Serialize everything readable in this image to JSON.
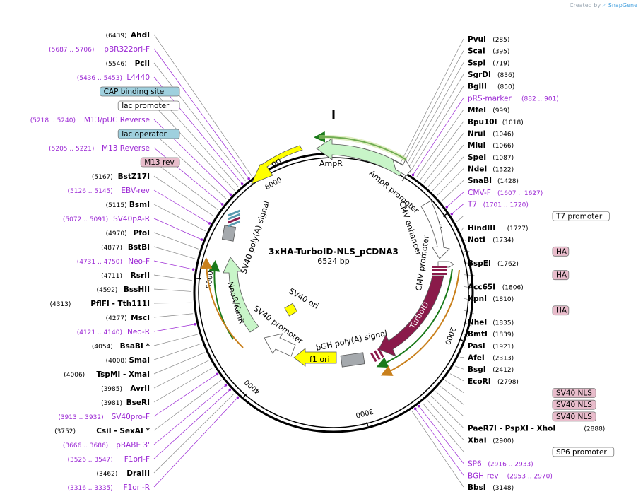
{
  "credit": {
    "prefix": "Created by",
    "brand": "SnapGene"
  },
  "plasmid": {
    "name": "3xHA-TurboID-NLS_pCDNA3",
    "size": "6524 bp"
  },
  "ruler": [
    {
      "bp": 1000,
      "label": "1000"
    },
    {
      "bp": 2000,
      "label": "2000"
    },
    {
      "bp": 3000,
      "label": "3000"
    },
    {
      "bp": 4000,
      "label": "4000"
    },
    {
      "bp": 5000,
      "label": "5000"
    },
    {
      "bp": 6000,
      "label": "6000"
    }
  ],
  "colors": {
    "enzyme": "#000000",
    "primer": "#9b27d4",
    "boxed_feature": "#5a9bb0",
    "tag": "#d9a8b8",
    "ampr": "#c8f5c8",
    "ori": "#ffff00",
    "turboid": "#8a1a4a",
    "backbone": "#000000"
  },
  "features": [
    {
      "name": "AmpR",
      "type": "ampr"
    },
    {
      "name": "AmpR promoter",
      "type": "promoter"
    },
    {
      "name": "ori",
      "type": "ori"
    },
    {
      "name": "CMV enhancer",
      "type": "promoter"
    },
    {
      "name": "CMV promoter",
      "type": "promoter"
    },
    {
      "name": "TurboID",
      "type": "turboid"
    },
    {
      "name": "bGH poly(A) signal",
      "type": "terminator"
    },
    {
      "name": "f1 ori",
      "type": "ori"
    },
    {
      "name": "SV40 promoter",
      "type": "promoter"
    },
    {
      "name": "SV40 ori",
      "type": "ori"
    },
    {
      "name": "NeoR/KanR",
      "type": "ampr"
    },
    {
      "name": "SV40 poly(A) signal",
      "type": "terminator"
    }
  ],
  "left_labels": [
    {
      "kind": "enzyme",
      "pos": "(6439)",
      "name": "AhdI"
    },
    {
      "kind": "primer",
      "pos": "(5687 .. 5706)",
      "name": "pBR322ori-F"
    },
    {
      "kind": "enzyme",
      "pos": "(5546)",
      "name": "PciI"
    },
    {
      "kind": "primer",
      "pos": "(5436 .. 5453)",
      "name": "L4440"
    },
    {
      "kind": "box-blue",
      "pos": "",
      "name": "CAP binding site"
    },
    {
      "kind": "box-white",
      "pos": "",
      "name": "lac promoter"
    },
    {
      "kind": "primer",
      "pos": "(5218 .. 5240)",
      "name": "M13/pUC Reverse"
    },
    {
      "kind": "box-blue",
      "pos": "",
      "name": "lac operator"
    },
    {
      "kind": "primer",
      "pos": "(5205 .. 5221)",
      "name": "M13 Reverse"
    },
    {
      "kind": "box-pink",
      "pos": "",
      "name": "M13 rev"
    },
    {
      "kind": "enzyme",
      "pos": "(5167)",
      "name": "BstZ17I"
    },
    {
      "kind": "primer",
      "pos": "(5126 .. 5145)",
      "name": "EBV-rev"
    },
    {
      "kind": "enzyme",
      "pos": "(5115)",
      "name": "BsmI"
    },
    {
      "kind": "primer",
      "pos": "(5072 .. 5091)",
      "name": "SV40pA-R"
    },
    {
      "kind": "enzyme",
      "pos": "(4970)",
      "name": "PfoI"
    },
    {
      "kind": "enzyme",
      "pos": "(4877)",
      "name": "BstBI"
    },
    {
      "kind": "primer",
      "pos": "(4731 .. 4750)",
      "name": "Neo-F"
    },
    {
      "kind": "enzyme",
      "pos": "(4711)",
      "name": "RsrII"
    },
    {
      "kind": "enzyme",
      "pos": "(4592)",
      "name": "BssHII"
    },
    {
      "kind": "enzyme",
      "pos": "(4313)",
      "name": "PflFI  - Tth111I"
    },
    {
      "kind": "enzyme",
      "pos": "(4277)",
      "name": "MscI"
    },
    {
      "kind": "primer",
      "pos": "(4121 .. 4140)",
      "name": "Neo-R"
    },
    {
      "kind": "enzyme",
      "pos": "(4054)",
      "name": "BsaBI *"
    },
    {
      "kind": "enzyme",
      "pos": "(4008)",
      "name": "SmaI"
    },
    {
      "kind": "enzyme",
      "pos": "(4006)",
      "name": "TspMI  - XmaI"
    },
    {
      "kind": "enzyme",
      "pos": "(3985)",
      "name": "AvrII"
    },
    {
      "kind": "enzyme",
      "pos": "(3981)",
      "name": "BseRI"
    },
    {
      "kind": "primer",
      "pos": "(3913 .. 3932)",
      "name": "SV40pro-F"
    },
    {
      "kind": "enzyme",
      "pos": "(3752)",
      "name": "CsiI  - SexAI *"
    },
    {
      "kind": "primer",
      "pos": "(3666 .. 3686)",
      "name": "pBABE 3'"
    },
    {
      "kind": "primer",
      "pos": "(3526 .. 3547)",
      "name": "F1ori-F"
    },
    {
      "kind": "enzyme",
      "pos": "(3462)",
      "name": "DraIII"
    },
    {
      "kind": "primer",
      "pos": "(3316 .. 3335)",
      "name": "F1ori-R"
    }
  ],
  "right_labels": [
    {
      "kind": "enzyme",
      "name": "PvuI",
      "pos": "(285)"
    },
    {
      "kind": "enzyme",
      "name": "ScaI",
      "pos": "(395)"
    },
    {
      "kind": "enzyme",
      "name": "SspI",
      "pos": "(719)"
    },
    {
      "kind": "enzyme",
      "name": "SgrDI",
      "pos": "(836)"
    },
    {
      "kind": "enzyme",
      "name": "BglII",
      "pos": "(850)"
    },
    {
      "kind": "primer",
      "name": "pRS-marker",
      "pos": "(882 .. 901)"
    },
    {
      "kind": "enzyme",
      "name": "MfeI",
      "pos": "(999)"
    },
    {
      "kind": "enzyme",
      "name": "Bpu10I",
      "pos": "(1018)"
    },
    {
      "kind": "enzyme",
      "name": "NruI",
      "pos": "(1046)"
    },
    {
      "kind": "enzyme",
      "name": "MluI",
      "pos": "(1066)"
    },
    {
      "kind": "enzyme",
      "name": "SpeI",
      "pos": "(1087)"
    },
    {
      "kind": "enzyme",
      "name": "NdeI",
      "pos": "(1322)"
    },
    {
      "kind": "enzyme",
      "name": "SnaBI",
      "pos": "(1428)"
    },
    {
      "kind": "primer",
      "name": "CMV-F",
      "pos": "(1607 .. 1627)"
    },
    {
      "kind": "primer",
      "name": "T7",
      "pos": "(1701 .. 1720)"
    },
    {
      "kind": "box-white",
      "name": "T7 promoter",
      "pos": ""
    },
    {
      "kind": "enzyme",
      "name": "HindIII",
      "pos": "(1727)"
    },
    {
      "kind": "enzyme",
      "name": "NotI",
      "pos": "(1734)"
    },
    {
      "kind": "box-pink",
      "name": "HA",
      "pos": ""
    },
    {
      "kind": "enzyme",
      "name": "BspEI",
      "pos": "(1762)"
    },
    {
      "kind": "box-pink",
      "name": "HA",
      "pos": ""
    },
    {
      "kind": "enzyme",
      "name": "Acc65I",
      "pos": "(1806)"
    },
    {
      "kind": "enzyme",
      "name": "KpnI",
      "pos": "(1810)"
    },
    {
      "kind": "box-pink",
      "name": "HA",
      "pos": ""
    },
    {
      "kind": "enzyme",
      "name": "NheI",
      "pos": "(1835)"
    },
    {
      "kind": "enzyme",
      "name": "BmtI",
      "pos": "(1839)"
    },
    {
      "kind": "enzyme",
      "name": "PasI",
      "pos": "(1921)"
    },
    {
      "kind": "enzyme",
      "name": "AfeI",
      "pos": "(2313)"
    },
    {
      "kind": "enzyme",
      "name": "BsgI",
      "pos": "(2412)"
    },
    {
      "kind": "enzyme",
      "name": "EcoRI",
      "pos": "(2798)"
    },
    {
      "kind": "box-pink",
      "name": "SV40 NLS",
      "pos": ""
    },
    {
      "kind": "box-pink",
      "name": "SV40 NLS",
      "pos": ""
    },
    {
      "kind": "box-pink",
      "name": "SV40 NLS",
      "pos": ""
    },
    {
      "kind": "enzyme",
      "name": "PaeR7I  - PspXI  - XhoI",
      "pos": "(2888)"
    },
    {
      "kind": "enzyme",
      "name": "XbaI",
      "pos": "(2900)"
    },
    {
      "kind": "box-white",
      "name": "SP6 promoter",
      "pos": ""
    },
    {
      "kind": "primer",
      "name": "SP6",
      "pos": "(2916 .. 2933)"
    },
    {
      "kind": "primer",
      "name": "BGH-rev",
      "pos": "(2953 .. 2970)"
    },
    {
      "kind": "enzyme",
      "name": "BbsI",
      "pos": "(3148)"
    }
  ]
}
